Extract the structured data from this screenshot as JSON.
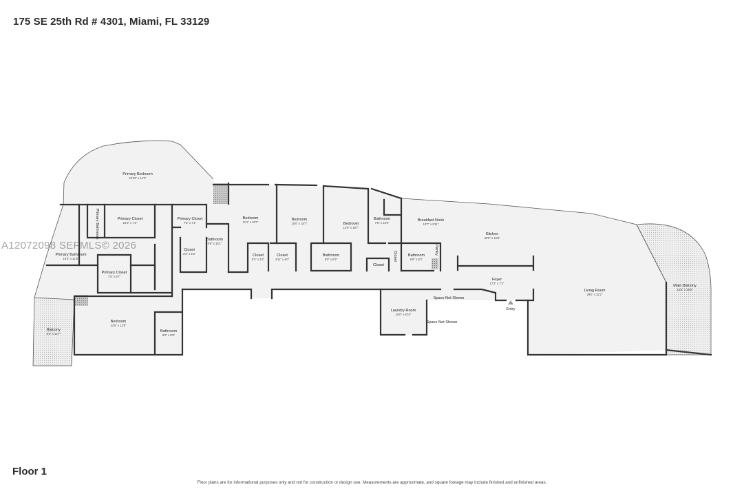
{
  "header": {
    "address": "175 SE 25th Rd # 4301, Miami, FL 33129"
  },
  "footer": {
    "floor_label": "Floor 1",
    "disclaimer": "Floor plans are for informational purposes only and not for construction or design use. Measurements are approximate, and square footage may include finished and unfinished areas."
  },
  "watermark": {
    "text": "A12072098  SEFMLS© 2026"
  },
  "rooms": {
    "primary_bedroom": {
      "name": "Primary Bedroom",
      "dims": "24'10\" x 14'3\""
    },
    "primary_closet_1": {
      "name": "Primary Closet",
      "dims": "10'0\" x 7'2\""
    },
    "primary_bathroom_small": {
      "name": "Primary Bathroom",
      "dims": ""
    },
    "primary_closet_2": {
      "name": "Primary Closet",
      "dims": "7'5\" x 7'1\""
    },
    "closet_a": {
      "name": "Closet",
      "dims": "3'4\" x 4'6\""
    },
    "bathroom_a": {
      "name": "Bathroom",
      "dims": "6'8\" x 15'1\""
    },
    "primary_bathroom": {
      "name": "Primary Bathroom",
      "dims": "10'3\" x 21'6\""
    },
    "primary_closet_3": {
      "name": "Primary Closet",
      "dims": "7'0\" x 8'7\""
    },
    "bedroom_a": {
      "name": "Bedroom",
      "dims": "11'1\" x 19'7\""
    },
    "closet_b": {
      "name": "Closet",
      "dims": "5'4\" x 4'2\""
    },
    "bedroom_b": {
      "name": "Bedroom",
      "dims": "10'0\" x 18'7\""
    },
    "closet_c": {
      "name": "Closet",
      "dims": "4'11\" x 4'0\""
    },
    "bedroom_c": {
      "name": "Bedroom",
      "dims": "14'9\" x 18'7\""
    },
    "bathroom_b": {
      "name": "Bathroom",
      "dims": "8'0\" x 6'2\""
    },
    "bathroom_c": {
      "name": "Bathroom",
      "dims": "7'6\" x 12'0\""
    },
    "closet_d": {
      "name": "Closet",
      "dims": ""
    },
    "closet_e": {
      "name": "Closet",
      "dims": ""
    },
    "bathroom_d": {
      "name": "Bathroom",
      "dims": "6'8\" x 6'2\""
    },
    "pantry": {
      "name": "Pantry",
      "dims": ""
    },
    "breakfast_nook": {
      "name": "Breakfast Nook",
      "dims": "12'7\" x 9'11\""
    },
    "kitchen": {
      "name": "Kitchen",
      "dims": "30'0\" x 14'8\""
    },
    "foyer": {
      "name": "Foyer",
      "dims": "17'2\" x 7'2\""
    },
    "living_room": {
      "name": "Living Room",
      "dims": "29'0\" x 32'2\""
    },
    "main_balcony": {
      "name": "Main Balcony",
      "dims": "14'8\" x 29'9\""
    },
    "laundry_room": {
      "name": "Laundry Room",
      "dims": "10'0\" x 8'10\""
    },
    "space_not_shown_1": {
      "name": "Space Not Shown",
      "dims": ""
    },
    "space_not_shown_2": {
      "name": "Space Not Shown",
      "dims": ""
    },
    "entry": {
      "name": "Entry",
      "dims": ""
    },
    "bedroom_d": {
      "name": "Bedroom",
      "dims": "22'5\" x 13'9\""
    },
    "bathroom_e": {
      "name": "Bathroom",
      "dims": "6'0\" x 9'8\""
    },
    "balcony": {
      "name": "Balcony",
      "dims": "8'3\" x 14'7\""
    }
  },
  "colors": {
    "wall": "#333333",
    "floor_fill": "#f2f2f2",
    "balcony_fill": "#ececec",
    "background": "#ffffff"
  }
}
